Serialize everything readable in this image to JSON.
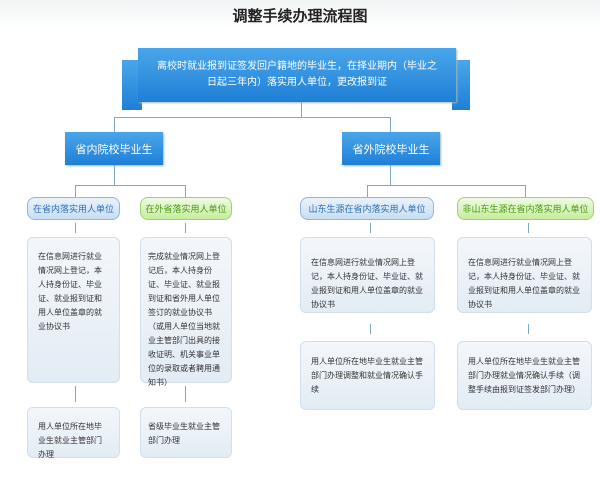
{
  "title": "调整手续办理流程图",
  "root": "离校时就业报到证签发回户籍地的毕业生，在择业期内（毕业之日起三年内）落实用人单位，更改报到证",
  "branches": [
    {
      "label": "省内院校毕业生",
      "cases": [
        {
          "label": "在省内落实用人单位",
          "step1": "在信息网进行就业情况网上登记，本人持身份证、毕业证、就业报到证和用人单位盖章的就业协议书",
          "step2": "用人单位所在地毕业生就业主管部门办理"
        },
        {
          "label": "在外省落实用人单位",
          "step1": "完成就业情况网上登记后，本人持身份证、毕业证、就业报到证和省外用人单位签订的就业协议书（或用人单位当地就业主管部门出具的接收证明、机关事业单位的录取或者聘用通知书）",
          "step2": "省级毕业生就业主管部门办理"
        }
      ]
    },
    {
      "label": "省外院校毕业生",
      "cases": [
        {
          "label": "山东生源在省内落实用人单位",
          "step1": "在信息网进行就业情况网上登记，本人持身份证、毕业证、就业报到证和用人单位盖章的就业协议书",
          "step2": "用人单位所在地毕业生就业主管部门办理调整和就业情况确认手续"
        },
        {
          "label": "非山东生源在省内落实用人单位",
          "step1": "在信息网进行就业情况网上登记，本人持身份证、毕业证、就业报到证和用人单位盖章的就业协议书",
          "step2": "用人单位所在地毕业生就业主管部门办理就业情况确认手续（调整手续由报到证签发部门办理）"
        }
      ]
    }
  ]
}
